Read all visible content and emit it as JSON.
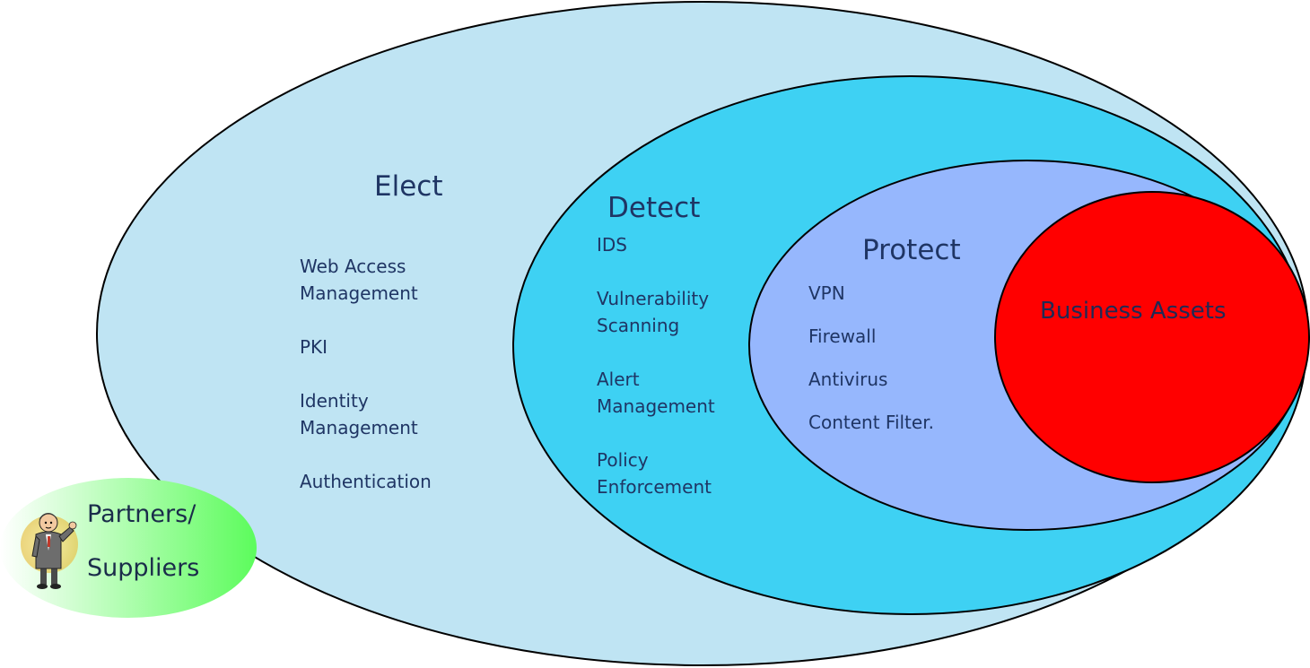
{
  "diagram": {
    "elect": {
      "title": "Elect",
      "items": [
        "Web Access",
        "Management",
        "PKI",
        "Identity",
        "Management",
        "Authentication"
      ],
      "fill": "#bfe4f3"
    },
    "detect": {
      "title": "Detect",
      "items": [
        "IDS",
        "Vulnerability",
        "Scanning",
        "Alert",
        "Management",
        "Policy",
        "Enforcement"
      ],
      "fill": "#3ed1f3"
    },
    "protect": {
      "title": "Protect",
      "items": [
        "VPN",
        "Firewall",
        "Antivirus",
        "Content Filter."
      ],
      "fill": "#96b7fd"
    },
    "assets": {
      "title": "Business Assets",
      "fill": "#ff0000"
    },
    "partners": {
      "line1": "Partners/",
      "line2": "Suppliers",
      "icon": "businessman-icon",
      "fill_start": "#ffffff",
      "fill_end": "#5cfc5c"
    }
  }
}
